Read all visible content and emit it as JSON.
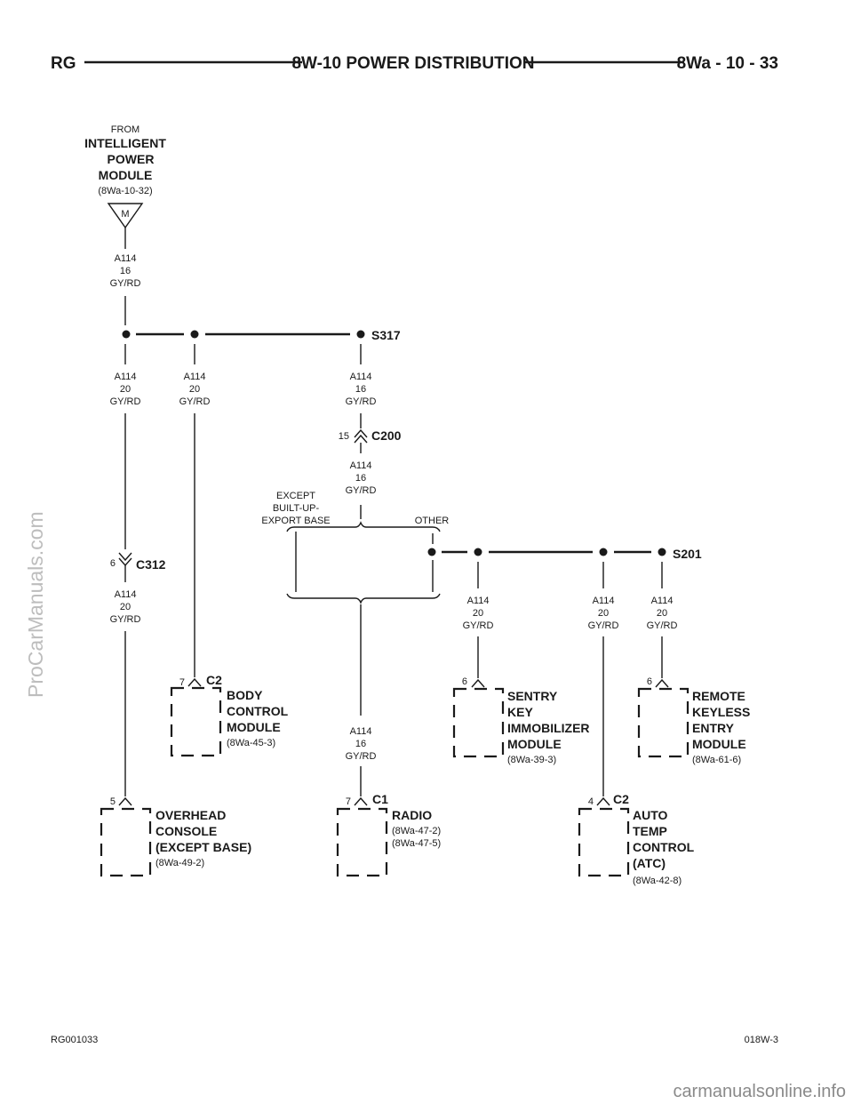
{
  "header": {
    "left": "RG",
    "title": "8W-10 POWER DISTRIBUTION",
    "right": "8Wa - 10 - 33"
  },
  "source": {
    "from": "FROM",
    "line1": "INTELLIGENT",
    "line2": "POWER",
    "line3": "MODULE",
    "ref": "(8Wa-10-32)",
    "pin": "M"
  },
  "wires": {
    "w_top": [
      "A114",
      "16",
      "GY/RD"
    ],
    "w_left": [
      "A114",
      "20",
      "GY/RD"
    ],
    "w_bcm": [
      "A114",
      "20",
      "GY/RD"
    ],
    "w_s317": [
      "A114",
      "16",
      "GY/RD"
    ],
    "w_c200": [
      "A114",
      "16",
      "GY/RD"
    ],
    "w_c312": [
      "A114",
      "20",
      "GY/RD"
    ],
    "w_radio": [
      "A114",
      "16",
      "GY/RD"
    ],
    "w_skim": [
      "A114",
      "20",
      "GY/RD"
    ],
    "w_atc": [
      "A114",
      "20",
      "GY/RD"
    ],
    "w_rke": [
      "A114",
      "20",
      "GY/RD"
    ]
  },
  "splices": {
    "s317": "S317",
    "s201": "S201"
  },
  "connectors": {
    "c200": {
      "name": "C200",
      "pin": "15"
    },
    "c312": {
      "name": "C312",
      "pin": "6"
    },
    "bcm": {
      "name": "C2",
      "pin": "7"
    },
    "radio": {
      "name": "C1",
      "pin": "7"
    },
    "atc": {
      "name": "C2",
      "pin": "4"
    },
    "overhead": {
      "pin": "5"
    },
    "skim": {
      "pin": "6"
    },
    "rke": {
      "pin": "6"
    }
  },
  "options": {
    "except": [
      "EXCEPT",
      "BUILT-UP-",
      "EXPORT BASE"
    ],
    "other": "OTHER"
  },
  "modules": {
    "bcm": {
      "lines": [
        "BODY",
        "CONTROL",
        "MODULE"
      ],
      "refs": [
        "(8Wa-45-3)"
      ]
    },
    "overhead": {
      "lines": [
        "OVERHEAD",
        "CONSOLE",
        "(EXCEPT BASE)"
      ],
      "refs": [
        "(8Wa-49-2)"
      ]
    },
    "radio": {
      "lines": [
        "RADIO"
      ],
      "refs": [
        "(8Wa-47-2)",
        "(8Wa-47-5)"
      ]
    },
    "skim": {
      "lines": [
        "SENTRY",
        "KEY",
        "IMMOBILIZER",
        "MODULE"
      ],
      "refs": [
        "(8Wa-39-3)"
      ]
    },
    "atc": {
      "lines": [
        "AUTO",
        "TEMP",
        "CONTROL",
        "(ATC)"
      ],
      "refs": [
        "(8Wa-42-8)"
      ]
    },
    "rke": {
      "lines": [
        "REMOTE",
        "KEYLESS",
        "ENTRY",
        "MODULE"
      ],
      "refs": [
        "(8Wa-61-6)"
      ]
    }
  },
  "footer": {
    "left": "RG001033",
    "right": "018W-3"
  },
  "watermarks": {
    "side": "ProCarManuals.com",
    "bottom": "carmanualsonline.info"
  }
}
